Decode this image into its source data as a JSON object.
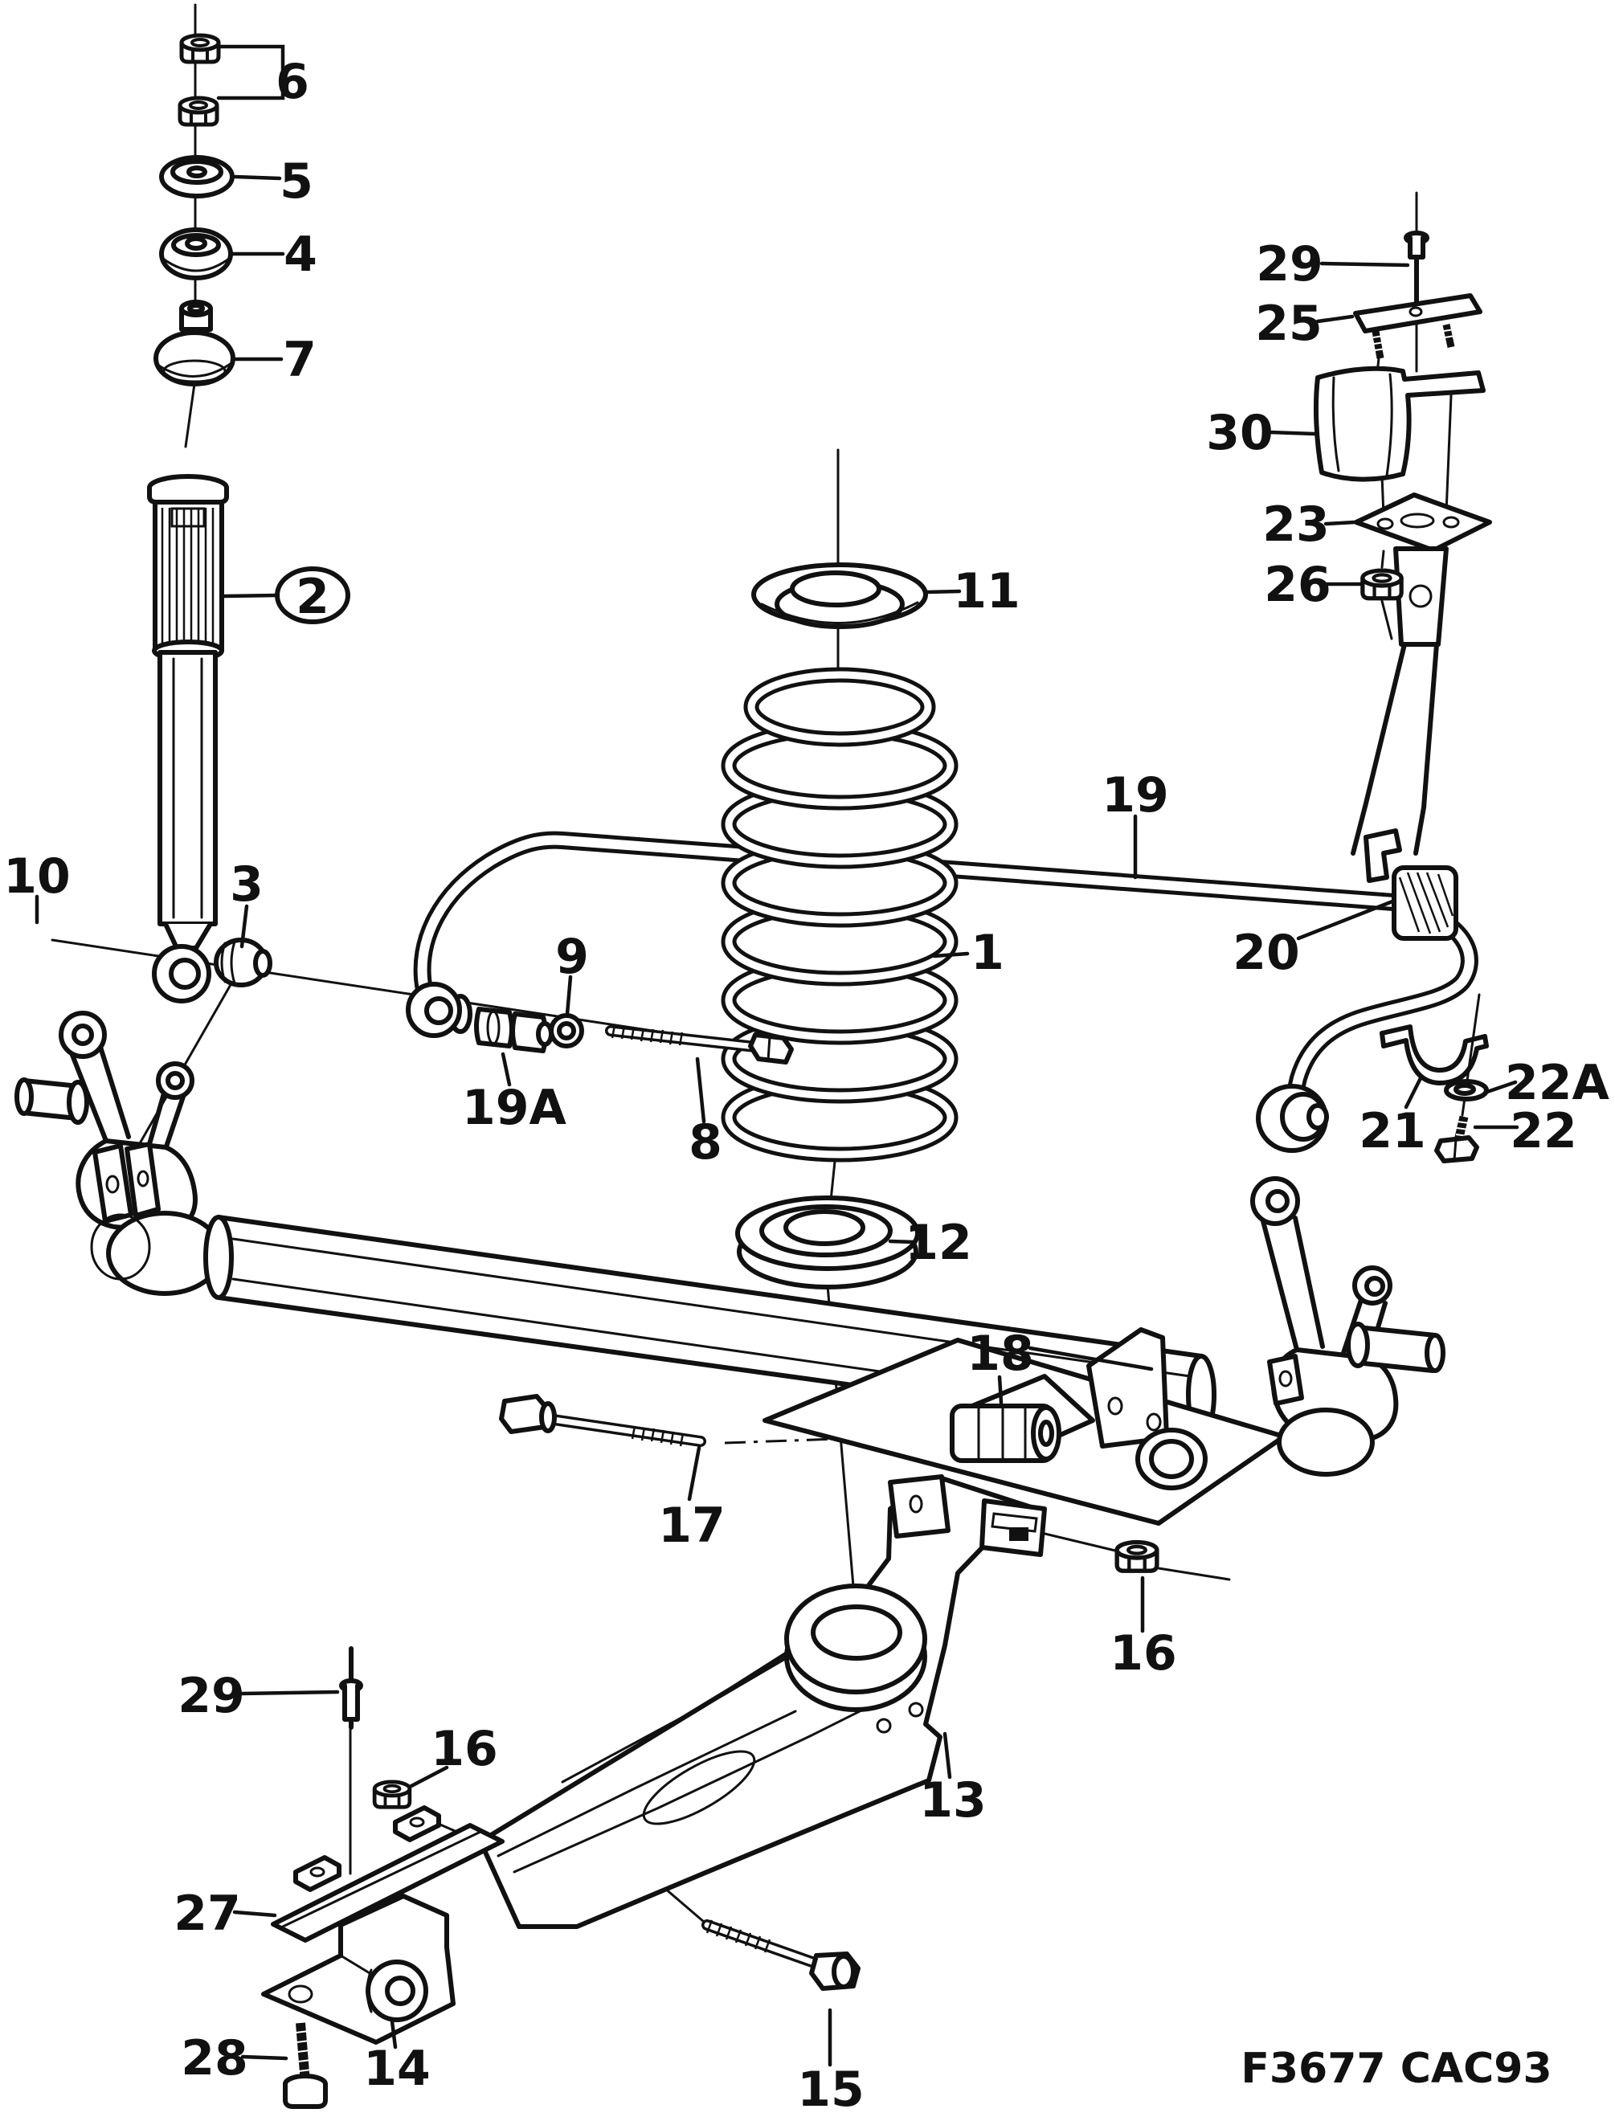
{
  "figure": {
    "type": "exploded-parts-diagram",
    "subject": "rear axle and suspension",
    "footer_code": "F3677  CAC93",
    "ink_color": "#111111",
    "paper_color": "#ffffff"
  },
  "callouts": [
    {
      "label": "6"
    },
    {
      "label": "5"
    },
    {
      "label": "4"
    },
    {
      "label": "7"
    },
    {
      "label": "2",
      "circled": true
    },
    {
      "label": "10"
    },
    {
      "label": "3"
    },
    {
      "label": "19"
    },
    {
      "label": "1"
    },
    {
      "label": "9"
    },
    {
      "label": "19A"
    },
    {
      "label": "8"
    },
    {
      "label": "11"
    },
    {
      "label": "12"
    },
    {
      "label": "29"
    },
    {
      "label": "25"
    },
    {
      "label": "30"
    },
    {
      "label": "23"
    },
    {
      "label": "26"
    },
    {
      "label": "20"
    },
    {
      "label": "21"
    },
    {
      "label": "22A"
    },
    {
      "label": "22"
    },
    {
      "label": "18"
    },
    {
      "label": "17"
    },
    {
      "label": "16"
    },
    {
      "label": "13"
    },
    {
      "label": "15"
    },
    {
      "label": "16"
    },
    {
      "label": "29"
    },
    {
      "label": "27"
    },
    {
      "label": "28"
    },
    {
      "label": "14"
    }
  ]
}
